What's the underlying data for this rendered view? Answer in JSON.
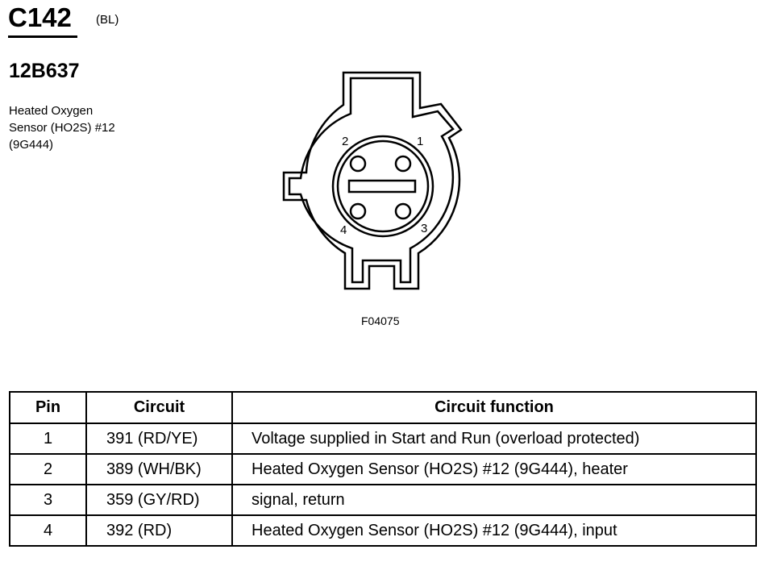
{
  "header": {
    "connector_id": "C142",
    "color_code": "(BL)",
    "part_number": "12B637",
    "description_lines": [
      "Heated Oxygen",
      "Sensor (HO2S) #12",
      "(9G444)"
    ]
  },
  "diagram": {
    "pin_labels": [
      "1",
      "2",
      "3",
      "4"
    ],
    "figure_id": "F04075"
  },
  "table": {
    "headers": [
      "Pin",
      "Circuit",
      "Circuit function"
    ],
    "rows": [
      {
        "pin": "1",
        "circuit": "391 (RD/YE)",
        "function": "Voltage supplied in Start and Run (overload protected)"
      },
      {
        "pin": "2",
        "circuit": "389 (WH/BK)",
        "function": "Heated Oxygen Sensor (HO2S) #12 (9G444), heater"
      },
      {
        "pin": "3",
        "circuit": "359 (GY/RD)",
        "function": "signal, return"
      },
      {
        "pin": "4",
        "circuit": "392 (RD)",
        "function": "Heated Oxygen Sensor (HO2S) #12 (9G444), input"
      }
    ]
  }
}
